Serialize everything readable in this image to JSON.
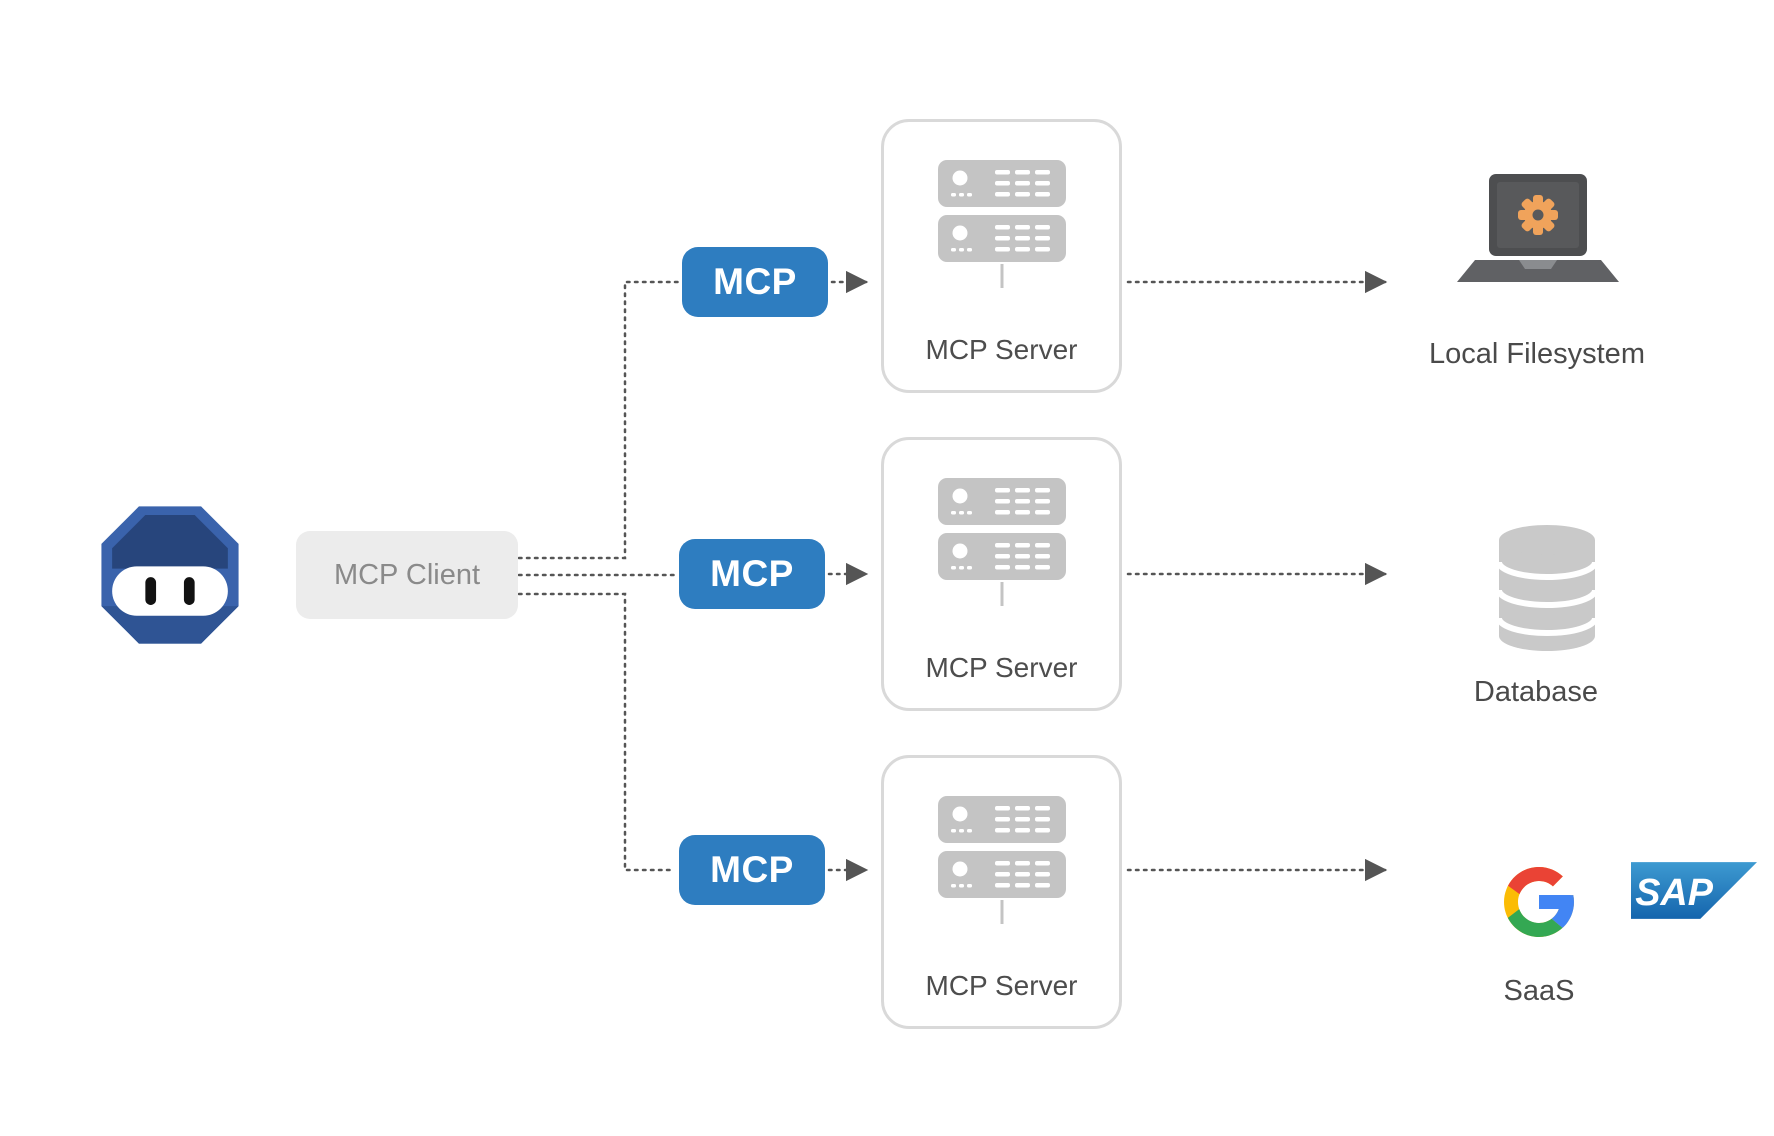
{
  "diagram": {
    "client": {
      "icon": "robot-head-icon",
      "label": "MCP Client"
    },
    "badges": [
      {
        "label": "MCP"
      },
      {
        "label": "MCP"
      },
      {
        "label": "MCP"
      }
    ],
    "servers": [
      {
        "icon": "server-rack-icon",
        "label": "MCP Server"
      },
      {
        "icon": "server-rack-icon",
        "label": "MCP Server"
      },
      {
        "icon": "server-rack-icon",
        "label": "MCP Server"
      }
    ],
    "targets": {
      "filesystem": {
        "icon": "laptop-gear-icon",
        "label": "Local Filesystem"
      },
      "database": {
        "icon": "database-cylinder-icon",
        "label": "Database"
      },
      "saas": {
        "icons": [
          "google-logo-icon",
          "sap-logo-icon"
        ],
        "label": "SaaS",
        "sap_text": "SAP"
      }
    },
    "colors": {
      "badge_blue": "#2e7dc0",
      "robot_blue": "#3a63ac",
      "robot_dark_blue": "#27457c",
      "client_box_bg": "#ececec",
      "client_text": "#8a8a8a",
      "server_gray": "#c4c4c4",
      "server_box_border": "#d9d9d9",
      "label_text": "#4a4a4a",
      "arrow_gray": "#555555",
      "gear_orange": "#f0a35b",
      "google_blue": "#4285F4",
      "google_red": "#EA4335",
      "google_yellow": "#FBBC05",
      "google_green": "#34A853",
      "sap_blue": "#1b6db4"
    }
  }
}
